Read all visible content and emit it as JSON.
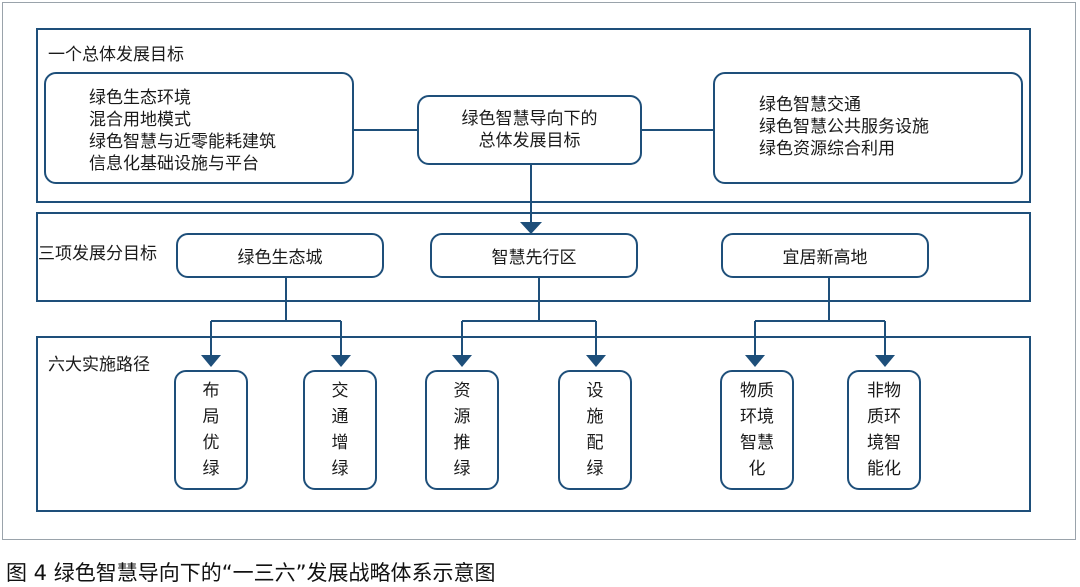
{
  "bands": {
    "goal": {
      "label": "一个总体发展目标"
    },
    "targets": {
      "label": "三项发展分目标"
    },
    "paths": {
      "label": "六大实施路径"
    }
  },
  "goal": {
    "left_items": [
      "绿色生态环境",
      "混合用地模式",
      "绿色智慧与近零能耗建筑",
      "信息化基础设施与平台"
    ],
    "center_lines": [
      "绿色智慧导向下的",
      "总体发展目标"
    ],
    "right_items": [
      "绿色智慧交通",
      "绿色智慧公共服务设施",
      "绿色资源综合利用"
    ]
  },
  "targets": [
    "绿色生态城",
    "智慧先行区",
    "宜居新高地"
  ],
  "paths": [
    [
      "布",
      "局",
      "优",
      "绿"
    ],
    [
      "交",
      "通",
      "增",
      "绿"
    ],
    [
      "资",
      "源",
      "推",
      "绿"
    ],
    [
      "设",
      "施",
      "配",
      "绿"
    ],
    [
      "物质",
      "环境",
      "智慧",
      "化"
    ],
    [
      "非物",
      "质环",
      "境智",
      "能化"
    ]
  ],
  "caption": "图 4  绿色智慧导向下的“一三六”发展战略体系示意图",
  "colors": {
    "border": "#1e4f7a",
    "line": "#1e4f7a"
  }
}
